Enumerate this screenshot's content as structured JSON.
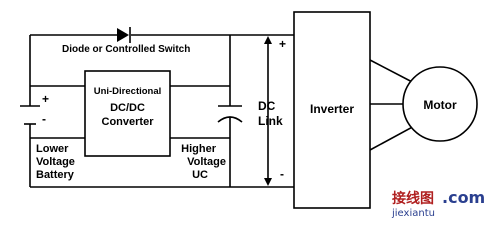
{
  "diagram": {
    "diode_label": "Diode or Controlled Switch",
    "converter": {
      "line1": "Uni-Directional",
      "line2": "DC/DC",
      "line3": "Converter"
    },
    "battery": {
      "plus": "+",
      "minus": "-",
      "label_line1": "Lower",
      "label_line2": "Voltage",
      "label_line3": "Battery"
    },
    "ultracap": {
      "label_line1": "Higher",
      "label_line2": "Voltage",
      "label_line3": "UC"
    },
    "dc_link": {
      "plus": "+",
      "minus": "-",
      "line1": "DC",
      "line2": "Link"
    },
    "inverter_label": "Inverter",
    "motor_label": "Motor"
  },
  "watermark": {
    "brand": "接线图",
    "dot_com": ".com",
    "url": "jiexiantu"
  }
}
